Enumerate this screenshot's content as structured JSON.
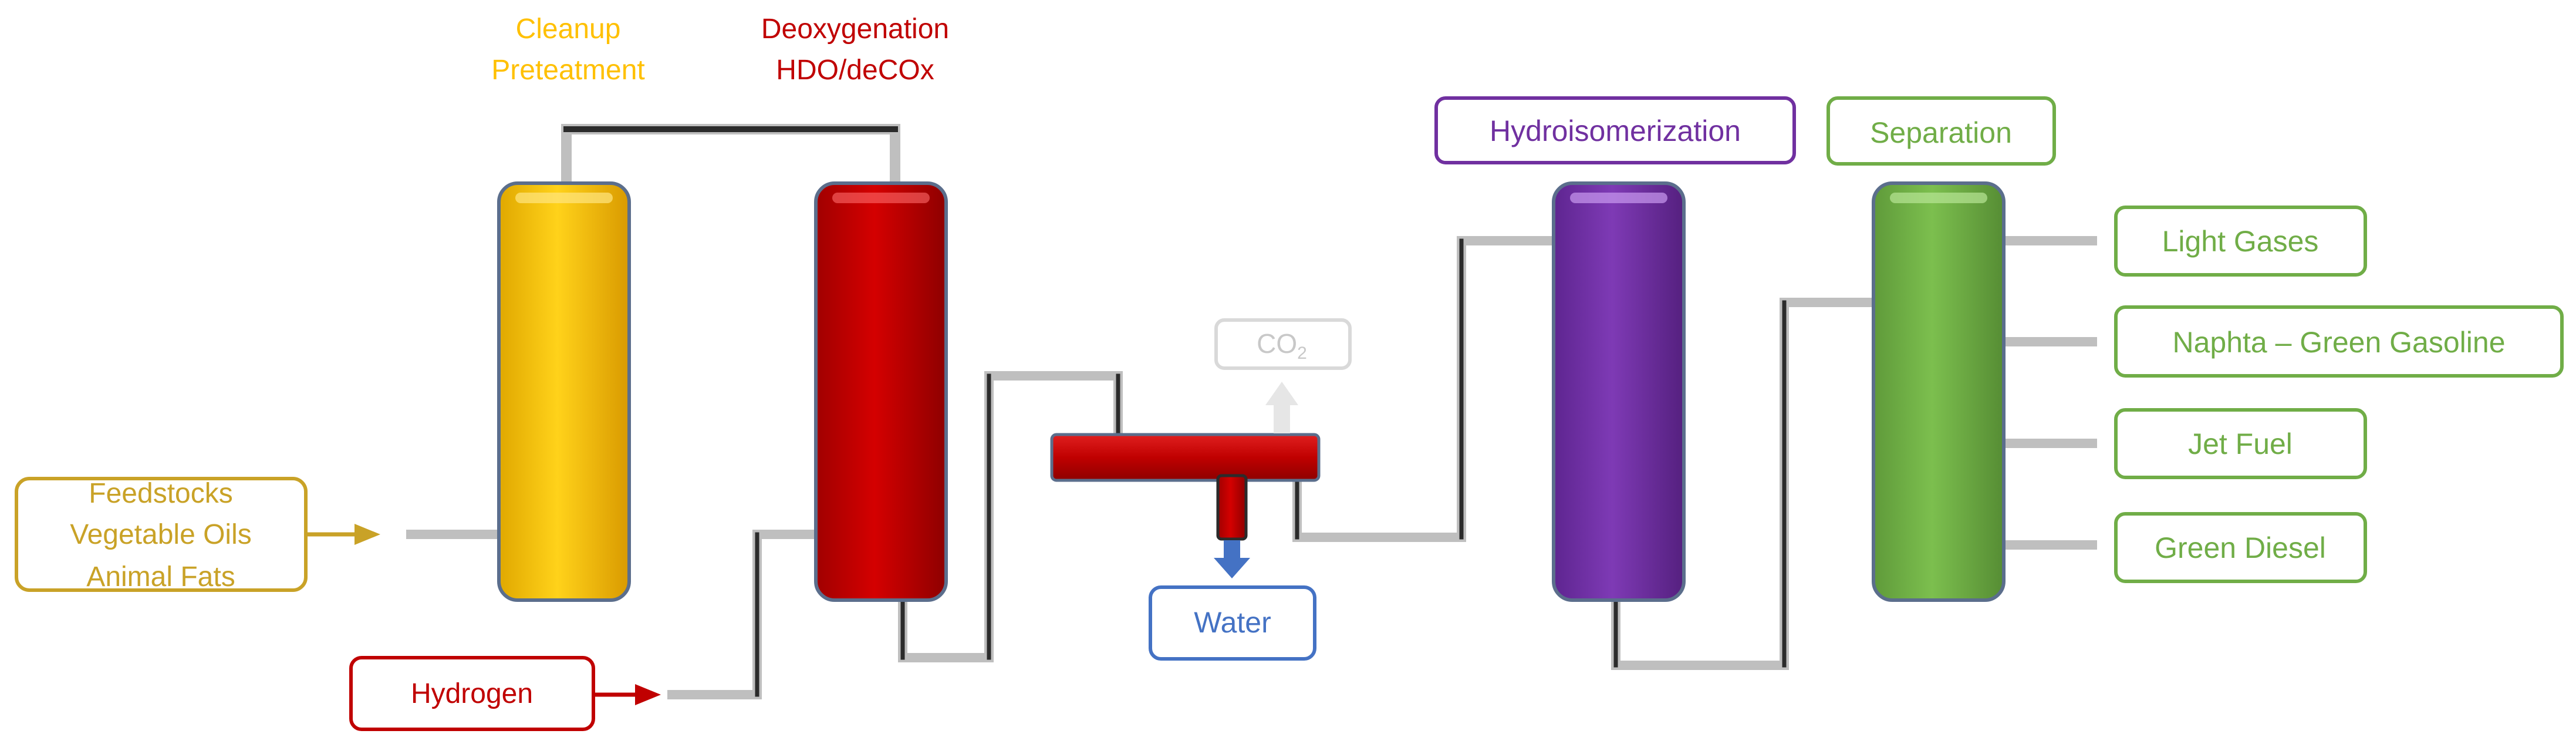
{
  "colors": {
    "feedstock": "#C9A227",
    "cleanup": "#FFC000",
    "hydrogen": "#C00000",
    "deoxygenation": "#C00000",
    "co2": "#D9D9D9",
    "water": "#4472C4",
    "hydroisomerization": "#7030A0",
    "separation": "#70AD47",
    "pipe": "#7F7F7F"
  },
  "labels": {
    "cleanup": [
      "Cleanup",
      "Preteatment"
    ],
    "deoxygenation": [
      "Deoxygenation",
      "HDO/deCOx"
    ],
    "feedstocks": [
      "Feedstocks",
      "Vegetable Oils",
      "Animal Fats"
    ],
    "hydrogen": "Hydrogen",
    "co2_main": "CO",
    "co2_sub": "2",
    "water": "Water",
    "hydroisomerization": "Hydroisomerization",
    "separation": "Separation"
  },
  "products": [
    "Light Gases",
    "Naphta – Green Gasoline",
    "Jet Fuel",
    "Green Diesel"
  ]
}
